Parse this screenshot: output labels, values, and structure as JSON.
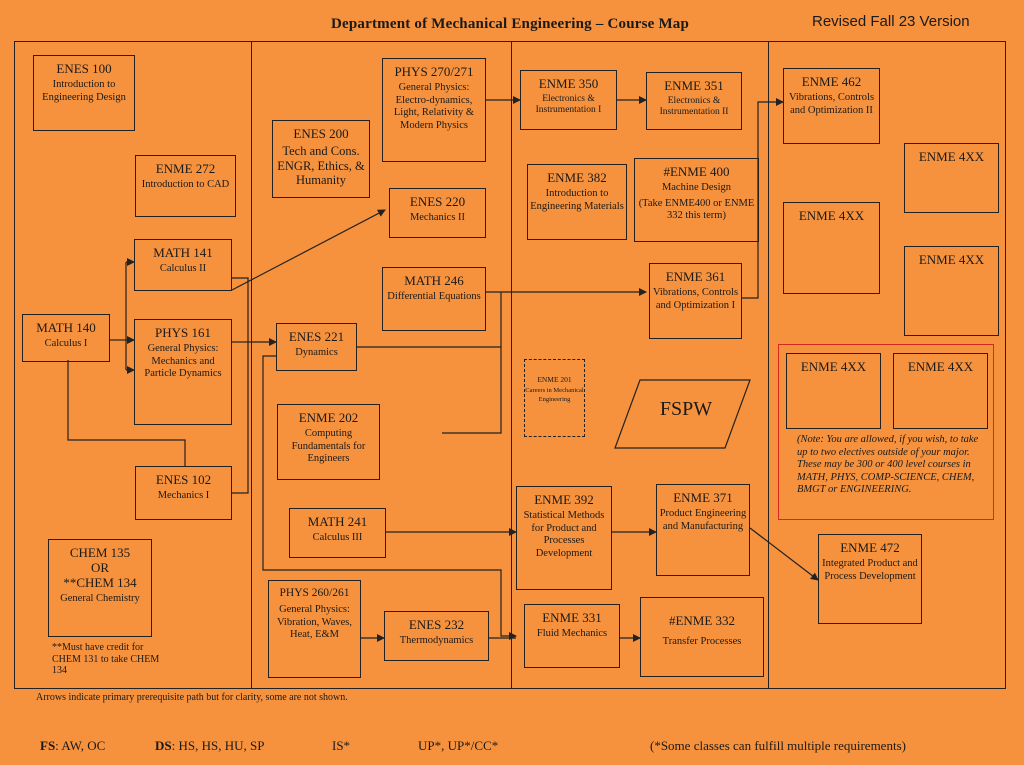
{
  "header": {
    "title": "Department of Mechanical Engineering – Course Map",
    "revised": "Revised Fall 23 Version"
  },
  "courses": {
    "enes100": {
      "code": "ENES 100",
      "name": "Introduction to Engineering Design"
    },
    "enme272": {
      "code": "ENME 272",
      "name": "Introduction to CAD"
    },
    "math141": {
      "code": "MATH 141",
      "name": "Calculus II"
    },
    "math140": {
      "code": "MATH 140",
      "name": "Calculus I"
    },
    "phys161": {
      "code": "PHYS 161",
      "name": "General Physics: Mechanics and Particle Dynamics"
    },
    "enes102": {
      "code": "ENES 102",
      "name": "Mechanics I"
    },
    "chem": {
      "code_line1": "CHEM 135",
      "code_line2": "OR",
      "code_line3": "**CHEM 134",
      "name": "General Chemistry"
    },
    "phys270": {
      "code": "PHYS 270/271",
      "name": "General Physics: Electro-dynamics, Light, Relativity & Modern Physics"
    },
    "enes200": {
      "code": "ENES 200",
      "name": "Tech and Cons. ENGR, Ethics, & Humanity"
    },
    "enes220": {
      "code": "ENES 220",
      "name": "Mechanics II"
    },
    "math246": {
      "code": "MATH 246",
      "name": "Differential Equations"
    },
    "enes221": {
      "code": "ENES 221",
      "name": "Dynamics"
    },
    "enme202": {
      "code": "ENME 202",
      "name": "Computing Fundamentals for Engineers"
    },
    "math241": {
      "code": "MATH 241",
      "name": "Calculus III"
    },
    "phys260": {
      "code": "PHYS 260/261",
      "name": "General Physics: Vibration, Waves, Heat, E&M"
    },
    "enes232": {
      "code": "ENES 232",
      "name": "Thermodynamics"
    },
    "enme350": {
      "code": "ENME 350",
      "name": "Electronics & Instrumentation I"
    },
    "enme351": {
      "code": "ENME 351",
      "name": "Electronics & Instrumentation II"
    },
    "enme382": {
      "code": "ENME 382",
      "name": "Introduction to Engineering Materials"
    },
    "enme400": {
      "code": "#ENME 400",
      "name": "Machine Design",
      "extra": "(Take ENME400 or ENME 332 this term)"
    },
    "enme361": {
      "code": "ENME 361",
      "name": "Vibrations, Controls and Optimization I"
    },
    "enme201": {
      "code": "ENME 201",
      "name": "Careers in Mechanical Engineering"
    },
    "enme392": {
      "code": "ENME 392",
      "name": "Statistical Methods for Product and Processes Development"
    },
    "enme371": {
      "code": "ENME 371",
      "name": "Product Engineering and Manufacturing"
    },
    "enme331": {
      "code": "ENME 331",
      "name": "Fluid Mechanics"
    },
    "enme332": {
      "code": "#ENME 332",
      "name": "Transfer Processes"
    },
    "enme462": {
      "code": "ENME 462",
      "name": "Vibrations, Controls and Optimization II"
    },
    "enme472": {
      "code": "ENME 472",
      "name": "Integrated Product and Process Development"
    },
    "elective": {
      "code": "ENME 4XX"
    }
  },
  "fspw": "FSPW",
  "notes": {
    "chem_credit": "**Must have credit for CHEM 131 to take CHEM 134",
    "electives": "(Note: You are allowed, if you wish, to take up to two electives outside of your major. These may be 300 or 400 level courses in MATH, PHYS, COMP-SCIENCE, CHEM, BMGT or ENGINEERING.",
    "arrows": "Arrows indicate primary prerequisite path but for clarity, some are not shown."
  },
  "footer": {
    "fs_label": "FS",
    "fs_value": ": AW, OC",
    "ds_label": "DS",
    "ds_value": ": HS, HS, HU, SP",
    "is": "IS*",
    "up": "UP*, UP*/CC*",
    "multiple": "(*Some classes can fulfill multiple requirements)"
  },
  "colors": {
    "background": "#F6923D",
    "line": "#222222",
    "note_border": "#D52B1E"
  }
}
